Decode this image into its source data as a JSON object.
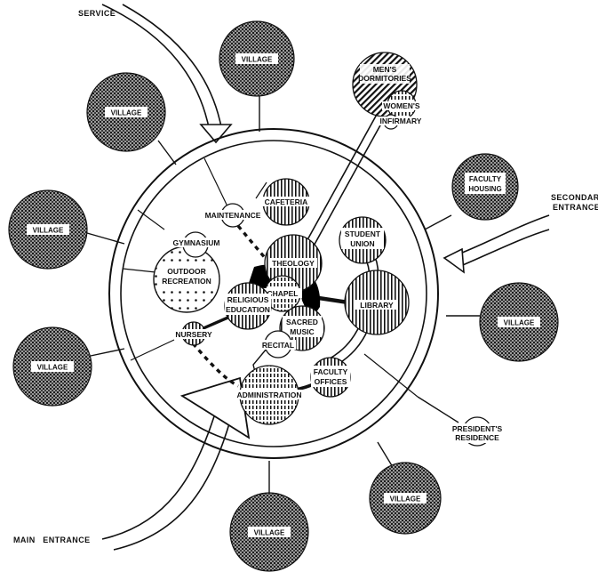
{
  "entrances": {
    "service": "SERVICE",
    "secondary_line1": "SECONDARY",
    "secondary_line2": "ENTRANCE",
    "main": "MAIN   ENTRANCE"
  },
  "villages": {
    "top": "VILLAGE",
    "upper_left": "VILLAGE",
    "left": "VILLAGE",
    "lower_left": "VILLAGE",
    "bottom": "VILLAGE",
    "lower_right": "VILLAGE",
    "right": "VILLAGE"
  },
  "outer_buildings": {
    "mens_dormitories_line1": "MEN'S",
    "mens_dormitories_line2": "DORMITORIES",
    "womens": "WOMEN'S",
    "infirmary": "INFIRMARY",
    "faculty_housing_line1": "FACULTY",
    "faculty_housing_line2": "HOUSING",
    "presidents_residence_line1": "PRESIDENT'S",
    "presidents_residence_line2": "RESIDENCE"
  },
  "campus": {
    "maintenance": "MAINTENANCE",
    "gymnasium": "GYMNASIUM",
    "outdoor_recreation_line1": "OUTDOOR",
    "outdoor_recreation_line2": "RECREATION",
    "cafeteria": "CAFETERIA",
    "student_union_line1": "STUDENT",
    "student_union_line2": "UNION",
    "theology": "THEOLOGY",
    "chapel": "CHAPEL",
    "religious_education_line1": "RELIGIOUS",
    "religious_education_line2": "EDUCATION",
    "library": "LIBRARY",
    "sacred_music_line1": "SACRED",
    "sacred_music_line2": "MUSIC",
    "recital": "RECITAL",
    "nursery": "NURSERY",
    "administration": "ADMINISTRATION",
    "faculty_offices_line1": "FACULTY",
    "faculty_offices_line2": "OFFICES"
  }
}
